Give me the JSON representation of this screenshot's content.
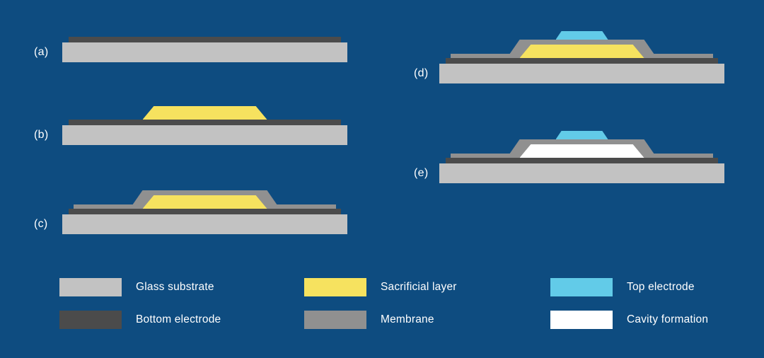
{
  "colors": {
    "background": "#0e4c80",
    "glass_substrate": "#c2c2c2",
    "bottom_electrode": "#4b4b4b",
    "sacrificial_layer": "#f6e25f",
    "membrane": "#909090",
    "top_electrode": "#62cbe8",
    "cavity": "#ffffff",
    "text": "#ffffff"
  },
  "panels": [
    {
      "label": "(a)",
      "layers": [
        "Glass substrate",
        "Bottom electrode"
      ]
    },
    {
      "label": "(b)",
      "layers": [
        "Glass substrate",
        "Bottom electrode",
        "Sacrificial layer"
      ]
    },
    {
      "label": "(c)",
      "layers": [
        "Glass substrate",
        "Bottom electrode",
        "Membrane",
        "Sacrificial layer"
      ]
    },
    {
      "label": "(d)",
      "layers": [
        "Glass substrate",
        "Bottom electrode",
        "Membrane",
        "Sacrificial layer",
        "Top electrode"
      ]
    },
    {
      "label": "(e)",
      "layers": [
        "Glass substrate",
        "Bottom electrode",
        "Membrane",
        "Cavity formation",
        "Top electrode"
      ]
    }
  ],
  "legend": [
    {
      "label": "Glass substrate",
      "color_key": "glass_substrate"
    },
    {
      "label": "Bottom electrode",
      "color_key": "bottom_electrode"
    },
    {
      "label": "Sacrificial layer",
      "color_key": "sacrificial_layer"
    },
    {
      "label": "Membrane",
      "color_key": "membrane"
    },
    {
      "label": "Top electrode",
      "color_key": "top_electrode"
    },
    {
      "label": "Cavity formation",
      "color_key": "cavity"
    }
  ]
}
